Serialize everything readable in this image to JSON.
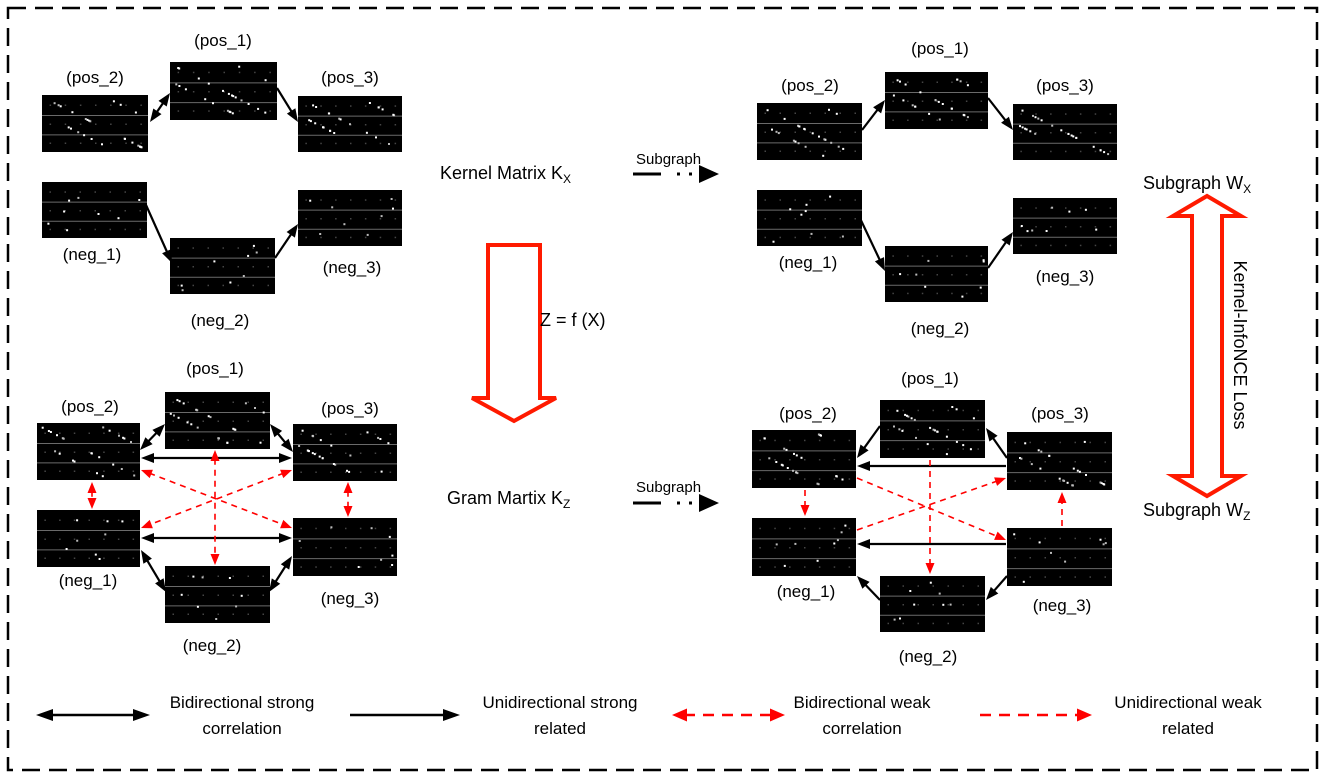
{
  "diagram": {
    "kernel_matrix": {
      "text": "Kernel Matrix K",
      "sub": "X"
    },
    "gram_matrix": {
      "text": "Gram Martix K",
      "sub": "Z"
    },
    "mapping": "Z = f (X)",
    "subgraph_arrow_top": "Subgraph",
    "subgraph_arrow_bottom": "Subgraph",
    "subgraph_wx": {
      "text": "Subgraph W",
      "sub": "X"
    },
    "subgraph_wz": {
      "text": "Subgraph W",
      "sub": "Z"
    },
    "loss": "Kernel-InfoNCE Loss",
    "graphs": {
      "kernel_x": {
        "pos_1": "(pos_1)",
        "pos_2": "(pos_2)",
        "pos_3": "(pos_3)",
        "neg_1": "(neg_1)",
        "neg_2": "(neg_2)",
        "neg_3": "(neg_3)"
      },
      "subgraph_wx": {
        "pos_1": "(pos_1)",
        "pos_2": "(pos_2)",
        "pos_3": "(pos_3)",
        "neg_1": "(neg_1)",
        "neg_2": "(neg_2)",
        "neg_3": "(neg_3)"
      },
      "gram_z": {
        "pos_1": "(pos_1)",
        "pos_2": "(pos_2)",
        "pos_3": "(pos_3)",
        "neg_1": "(neg_1)",
        "neg_2": "(neg_2)",
        "neg_3": "(neg_3)"
      },
      "subgraph_wz": {
        "pos_1": "(pos_1)",
        "pos_2": "(pos_2)",
        "pos_3": "(pos_3)",
        "neg_1": "(neg_1)",
        "neg_2": "(neg_2)",
        "neg_3": "(neg_3)"
      }
    }
  },
  "legend": [
    {
      "line1": "Bidirectional strong",
      "line2": "correlation"
    },
    {
      "line1": "Unidirectional strong",
      "line2": "related"
    },
    {
      "line1": "Bidirectional weak",
      "line2": "correlation"
    },
    {
      "line1": "Unidirectional weak",
      "line2": "related"
    }
  ],
  "colors": {
    "strong": "#000000",
    "weak": "#ff0000",
    "big_arrow": "#ff1a00",
    "node_image": "#000000"
  }
}
